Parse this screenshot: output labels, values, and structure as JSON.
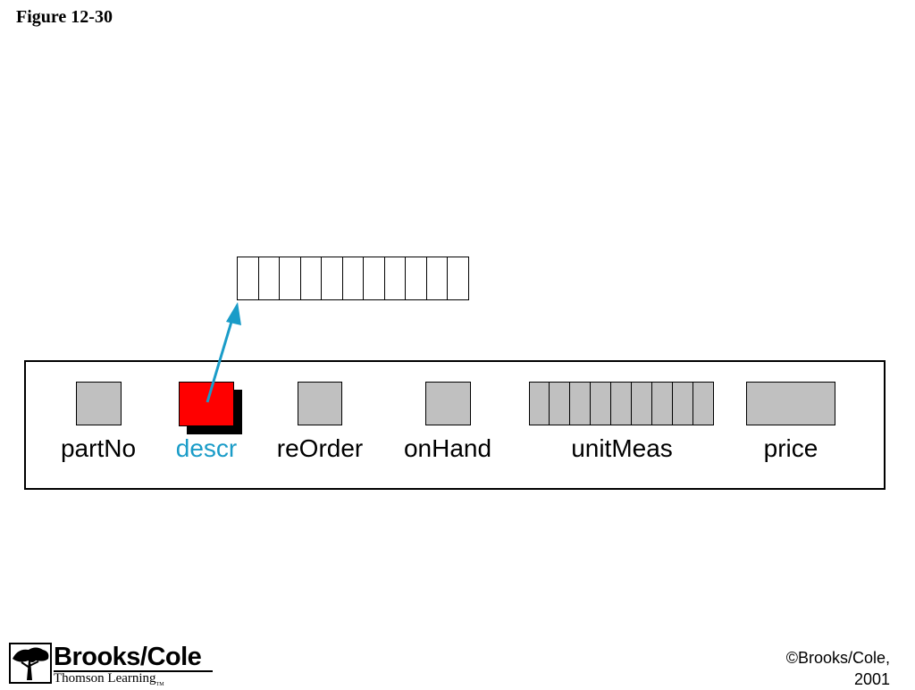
{
  "figure": {
    "title": "Figure 12-30"
  },
  "diagram": {
    "array_cells": 11,
    "fields": [
      {
        "label": "partNo",
        "kind": "single",
        "highlight": false
      },
      {
        "label": "descr",
        "kind": "pointer",
        "highlight": true
      },
      {
        "label": "reOrder",
        "kind": "single",
        "highlight": false
      },
      {
        "label": "onHand",
        "kind": "single",
        "highlight": false
      },
      {
        "label": "unitMeas",
        "kind": "array",
        "cells": 9,
        "highlight": false
      },
      {
        "label": "price",
        "kind": "wide",
        "highlight": false
      }
    ],
    "colors": {
      "field_fill": "#c0c0c0",
      "pointer_fill": "#ff0000",
      "highlight_text": "#1a9cc8",
      "arrow": "#1a9cc8"
    }
  },
  "logo": {
    "brand": "Brooks/Cole",
    "subtitle": "Thomson Learning",
    "trademark": "TM"
  },
  "copyright": {
    "line1": "©Brooks/Cole,",
    "line2": "2001"
  }
}
